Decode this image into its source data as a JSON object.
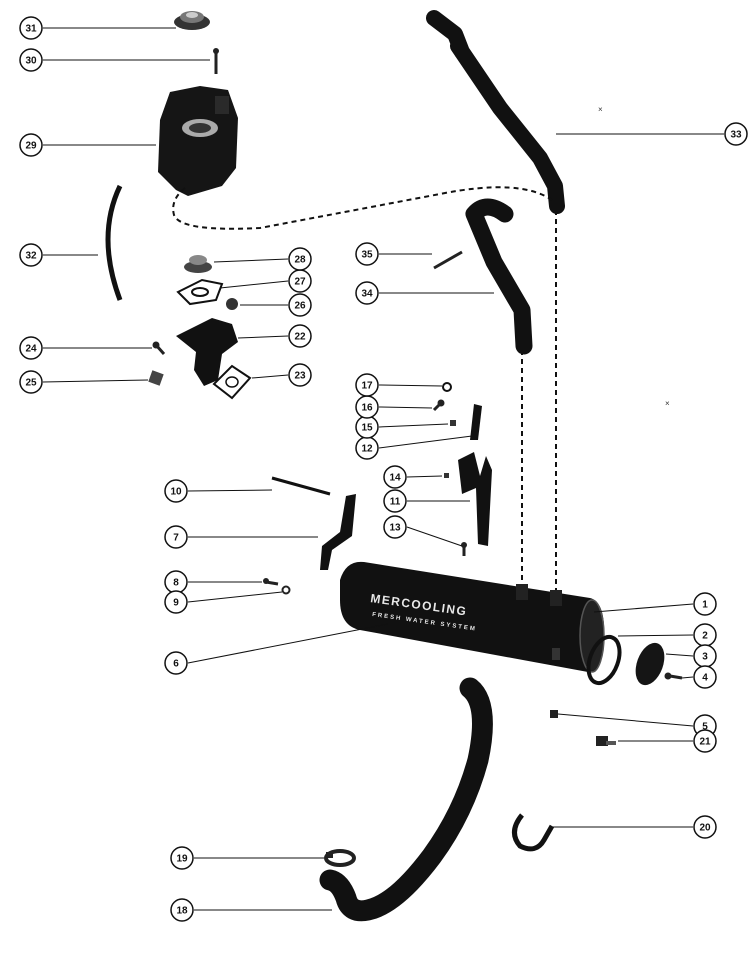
{
  "diagram": {
    "callouts": [
      {
        "id": "c1",
        "label": "1",
        "part": "heat-exchanger-end"
      },
      {
        "id": "c2",
        "label": "2",
        "part": "gasket"
      },
      {
        "id": "c3",
        "label": "3",
        "part": "end-cap"
      },
      {
        "id": "c4",
        "label": "4",
        "part": "screw"
      },
      {
        "id": "c5",
        "label": "5",
        "part": "drain-plug"
      },
      {
        "id": "c6",
        "label": "6",
        "part": "heat-exchanger"
      },
      {
        "id": "c7",
        "label": "7",
        "part": "bracket"
      },
      {
        "id": "c8",
        "label": "8",
        "part": "screw"
      },
      {
        "id": "c9",
        "label": "9",
        "part": "washer"
      },
      {
        "id": "c10",
        "label": "10",
        "part": "stud"
      },
      {
        "id": "c11",
        "label": "11",
        "part": "bracket"
      },
      {
        "id": "c12",
        "label": "12",
        "part": "bracket"
      },
      {
        "id": "c13",
        "label": "13",
        "part": "screw"
      },
      {
        "id": "c14",
        "label": "14",
        "part": "nut"
      },
      {
        "id": "c15",
        "label": "15",
        "part": "nut"
      },
      {
        "id": "c16",
        "label": "16",
        "part": "screw"
      },
      {
        "id": "c17",
        "label": "17",
        "part": "washer"
      },
      {
        "id": "c18",
        "label": "18",
        "part": "hose"
      },
      {
        "id": "c19",
        "label": "19",
        "part": "hose-clamp"
      },
      {
        "id": "c20",
        "label": "20",
        "part": "clip"
      },
      {
        "id": "c21",
        "label": "21",
        "part": "clamp"
      },
      {
        "id": "c22",
        "label": "22",
        "part": "thermostat-housing"
      },
      {
        "id": "c23",
        "label": "23",
        "part": "gasket"
      },
      {
        "id": "c24",
        "label": "24",
        "part": "screw"
      },
      {
        "id": "c25",
        "label": "25",
        "part": "plug"
      },
      {
        "id": "c26",
        "label": "26",
        "part": "fitting"
      },
      {
        "id": "c27",
        "label": "27",
        "part": "gasket"
      },
      {
        "id": "c28",
        "label": "28",
        "part": "thermostat"
      },
      {
        "id": "c29",
        "label": "29",
        "part": "reservoir"
      },
      {
        "id": "c30",
        "label": "30",
        "part": "pin"
      },
      {
        "id": "c31",
        "label": "31",
        "part": "pressure-cap"
      },
      {
        "id": "c32",
        "label": "32",
        "part": "hose"
      },
      {
        "id": "c33",
        "label": "33",
        "part": "hose"
      },
      {
        "id": "c34",
        "label": "34",
        "part": "hose"
      },
      {
        "id": "c35",
        "label": "35",
        "part": "rod"
      }
    ],
    "logo": {
      "brand": "MERCOOLING",
      "tagline": "FRESH WATER SYSTEM"
    }
  }
}
